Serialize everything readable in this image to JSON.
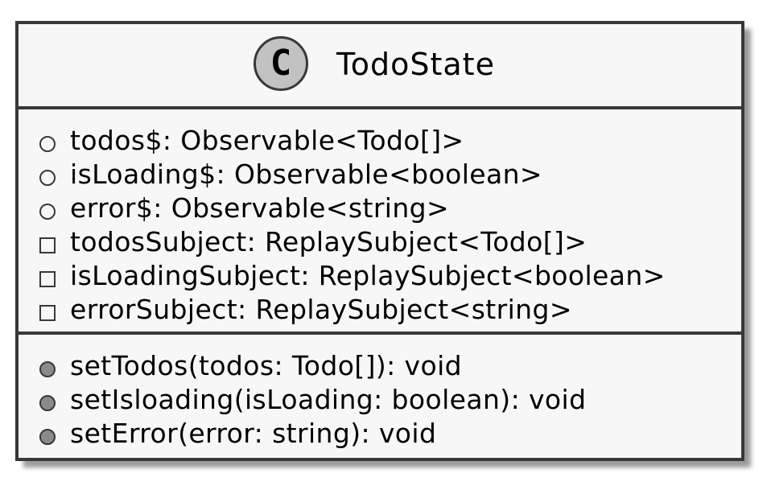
{
  "class": {
    "stereotype_letter": "C",
    "name": "TodoState"
  },
  "fields": [
    {
      "visibility": "public",
      "text": "todos$: Observable<Todo[]>"
    },
    {
      "visibility": "public",
      "text": "isLoading$: Observable<boolean>"
    },
    {
      "visibility": "public",
      "text": "error$: Observable<string>"
    },
    {
      "visibility": "private",
      "text": "todosSubject: ReplaySubject<Todo[]>"
    },
    {
      "visibility": "private",
      "text": "isLoadingSubject: ReplaySubject<boolean>"
    },
    {
      "visibility": "private",
      "text": "errorSubject: ReplaySubject<string>"
    }
  ],
  "methods": [
    {
      "visibility": "public",
      "text": "setTodos(todos: Todo[]): void"
    },
    {
      "visibility": "public",
      "text": "setIsloading(isLoading: boolean): void"
    },
    {
      "visibility": "public",
      "text": "setError(error: string): void"
    }
  ],
  "colors": {
    "box_fill": "#f7f7f7",
    "border": "#383838",
    "stereotype_fill": "#c2c2c2",
    "method_marker_fill": "#8a8a8a",
    "shadow": "#9a9a9a"
  }
}
